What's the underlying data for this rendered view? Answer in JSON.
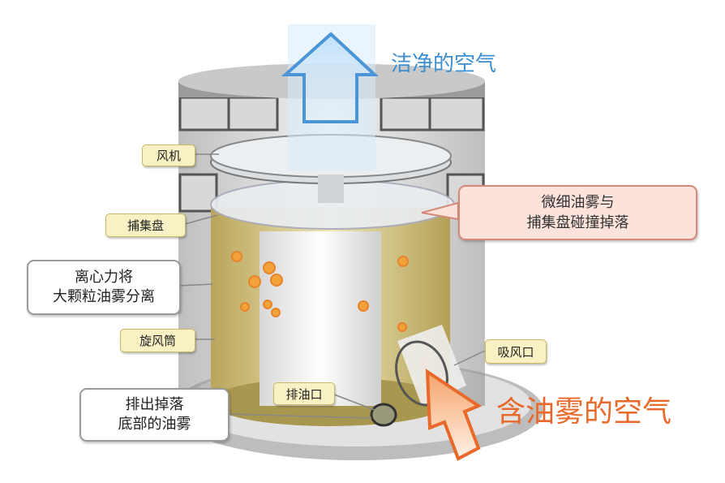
{
  "title_out": "洁净的空气",
  "title_in": "含油雾的空气",
  "labels": {
    "fan": "风机",
    "collector": "捕集盘",
    "cyclone": "旋风筒",
    "inlet": "吸风口",
    "drain": "排油口"
  },
  "notes": {
    "centrifugal": [
      "离心力将",
      "大颗粒油雾分离"
    ],
    "fine_mist": [
      "微细油雾与",
      "捕集盘碰撞掉落"
    ],
    "discharge": [
      "排出掉落",
      "底部的油雾"
    ]
  },
  "colors": {
    "clean": "#3d8fd1",
    "dirty": "#e8692a",
    "tag": "#f8f1c4",
    "pink": "#fbe2da"
  }
}
